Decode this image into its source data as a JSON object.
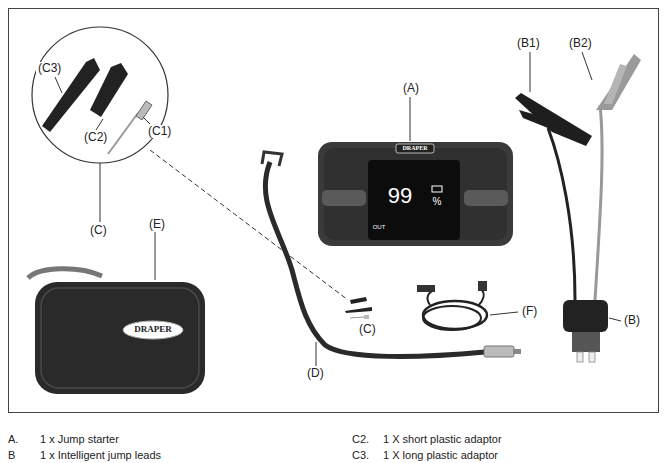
{
  "diagram": {
    "labels": [
      "(C3)",
      "(C2)",
      "(C1)",
      "(C)",
      "(E)",
      "(A)",
      "(B1)",
      "(B2)",
      "(D)",
      "(F)",
      "(B)",
      "(C)",
      "DRAPER",
      "99",
      "%",
      "OUT",
      "DRAPER",
      "A.",
      "1 x Jump starter",
      "B",
      "1 x Intelligent jump leads",
      "C2.",
      "1 X short plastic adaptor",
      "C3.",
      "1 X long plastic adaptor"
    ]
  }
}
